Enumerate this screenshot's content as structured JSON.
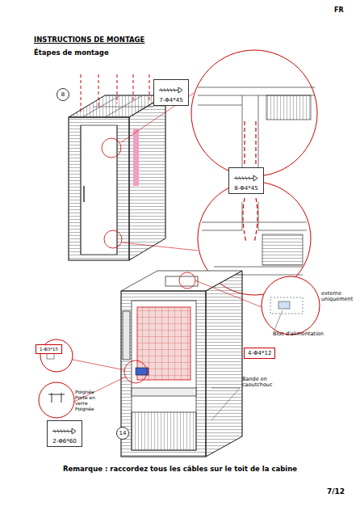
{
  "diagram": {
    "title": "INSTRUCTIONS DE MONTAGE",
    "nodes": [
      {
        "text": [
          "8"
        ]
      },
      {
        "text": [
          "7-Φ4*45"
        ]
      },
      {
        "text": [
          "8-Φ4*45"
        ]
      },
      {
        "text": [
          "1-Φ3*15"
        ]
      },
      {
        "text": [
          "4-Φ4*12"
        ]
      },
      {
        "text": [
          "2-Φ6*60"
        ]
      },
      {
        "text": [
          "14"
        ]
      }
    ],
    "labels": [
      "FR",
      "Étapes de montage",
      "externe uniquement",
      "Bloc d'alimentation",
      "Poignée Porte en verre Poignée",
      "Bande en caoutchouc",
      "Remarque : raccordez tous les câbles sur le toit de la cabine",
      "7/12"
    ]
  }
}
